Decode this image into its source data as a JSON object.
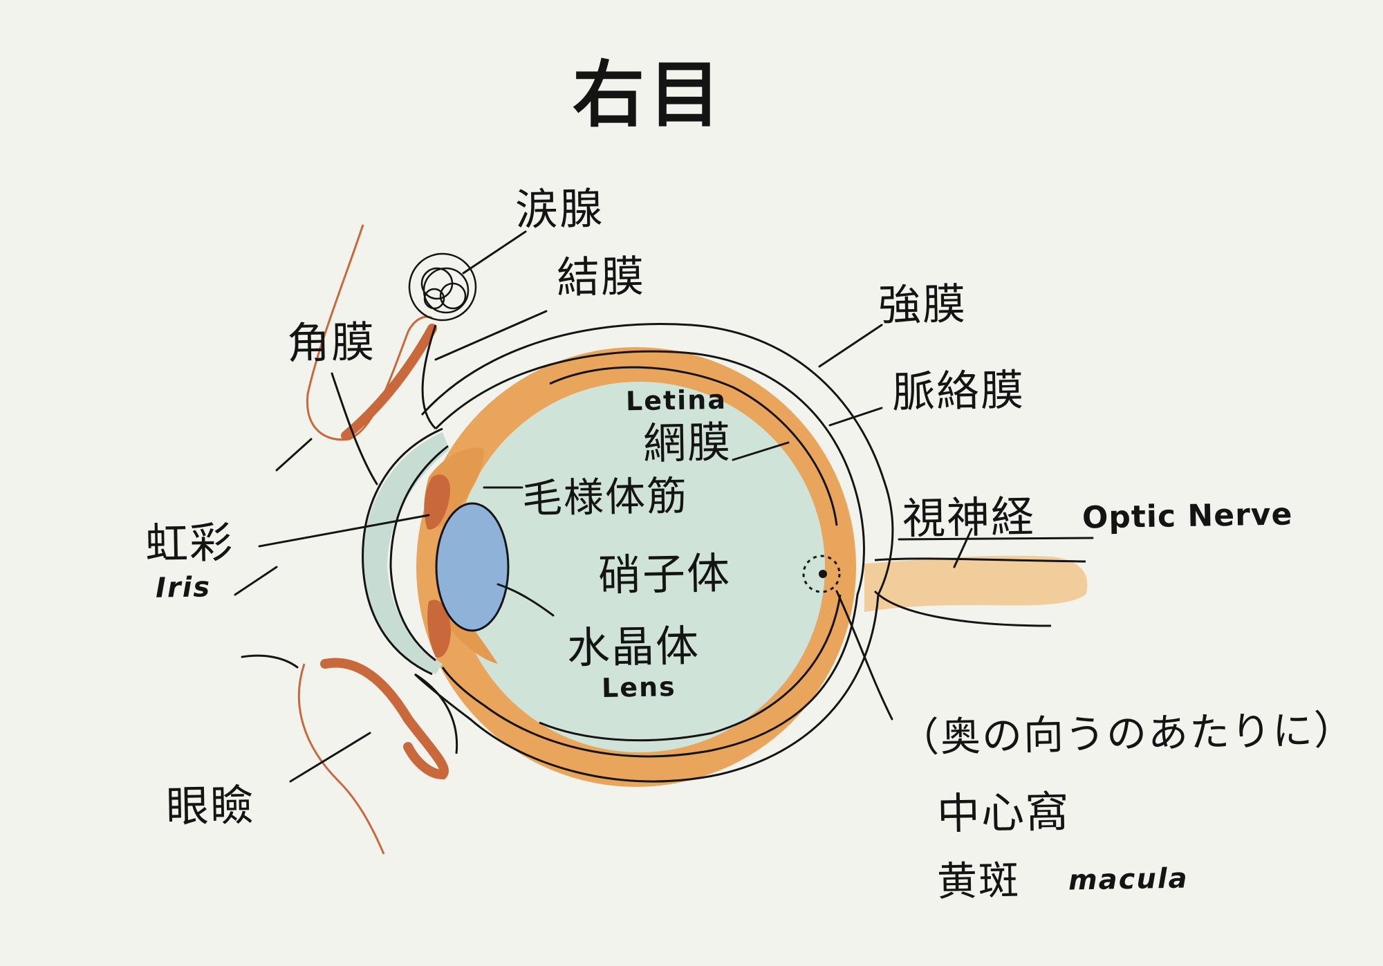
{
  "title": "右目",
  "labels": {
    "lacrimal_gland": "涙腺",
    "conjunctiva": "結膜",
    "sclera": "強膜",
    "choroid": "脈絡膜",
    "cornea": "角膜",
    "retina_en": "Letina",
    "retina_jp": "網膜",
    "ciliary_muscle": "毛様体筋",
    "optic_nerve_jp": "視神経",
    "optic_nerve_en": "Optic Nerve",
    "iris_jp": "虹彩",
    "iris_en": "Iris",
    "vitreous": "硝子体",
    "lens_jp": "水晶体",
    "lens_en": "Lens",
    "eyelid": "眼瞼",
    "fovea_note": "（奥の向うのあたりに）",
    "fovea": "中心窩",
    "macula_jp": "黄斑",
    "macula_en": "macula"
  },
  "colors": {
    "ink": "#141414",
    "sclera_orange": "#e8a55c",
    "choroid_orange": "#e39a4f",
    "vitreous_green": "#cfe3d8",
    "lens_blue": "#8fb3d8",
    "eyelid_red": "#c9683a",
    "cornea_teal": "#c7ddd4",
    "background": "#f3f3ee"
  }
}
